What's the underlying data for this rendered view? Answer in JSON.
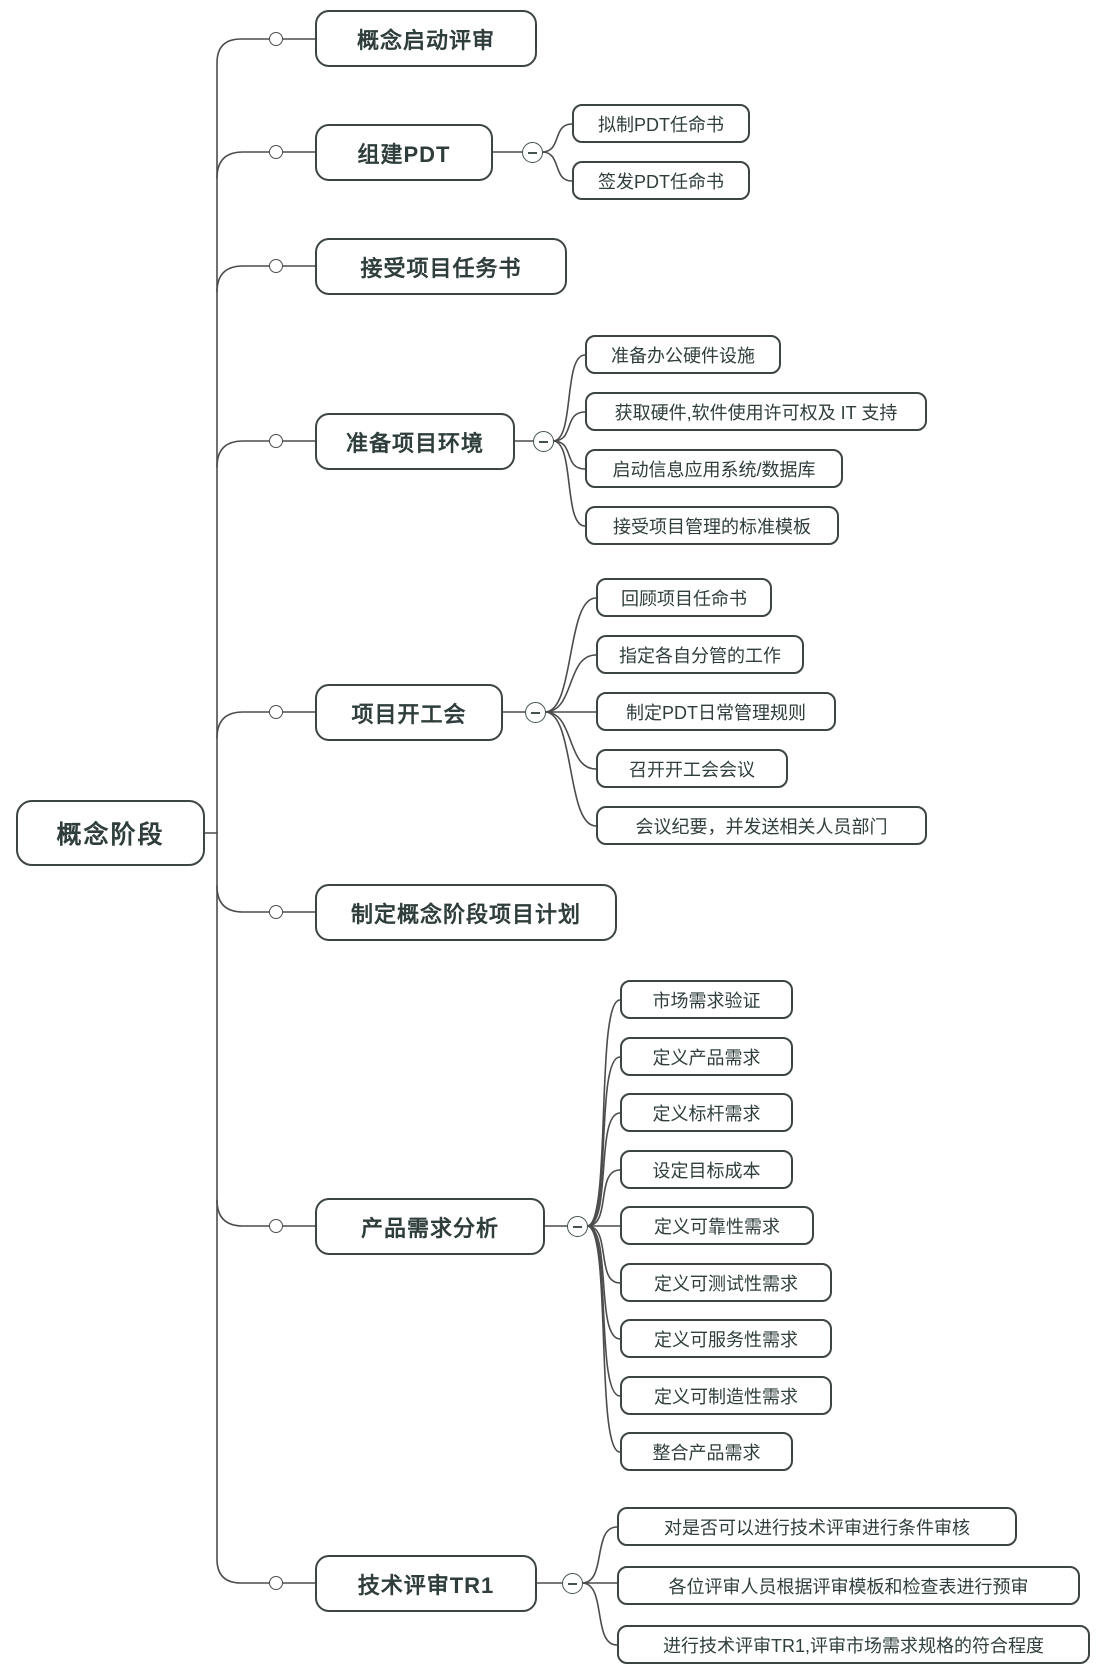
{
  "mindmap": {
    "root": {
      "label": "概念阶段"
    },
    "branches": [
      {
        "label": "概念启动评审",
        "children": []
      },
      {
        "label": "组建PDT",
        "children": [
          {
            "label": "拟制PDT任命书"
          },
          {
            "label": "签发PDT任命书"
          }
        ]
      },
      {
        "label": "接受项目任务书",
        "children": []
      },
      {
        "label": "准备项目环境",
        "children": [
          {
            "label": "准备办公硬件设施"
          },
          {
            "label": "获取硬件,软件使用许可权及 IT 支持"
          },
          {
            "label": "启动信息应用系统/数据库"
          },
          {
            "label": "接受项目管理的标准模板"
          }
        ]
      },
      {
        "label": "项目开工会",
        "children": [
          {
            "label": "回顾项目任命书"
          },
          {
            "label": "指定各自分管的工作"
          },
          {
            "label": "制定PDT日常管理规则"
          },
          {
            "label": "召开开工会会议"
          },
          {
            "label": "会议纪要，并发送相关人员部门"
          }
        ]
      },
      {
        "label": "制定概念阶段项目计划",
        "children": []
      },
      {
        "label": "产品需求分析",
        "children": [
          {
            "label": "市场需求验证"
          },
          {
            "label": "定义产品需求"
          },
          {
            "label": "定义标杆需求"
          },
          {
            "label": "设定目标成本"
          },
          {
            "label": "定义可靠性需求"
          },
          {
            "label": "定义可测试性需求"
          },
          {
            "label": "定义可服务性需求"
          },
          {
            "label": "定义可制造性需求"
          },
          {
            "label": "整合产品需求"
          }
        ]
      },
      {
        "label": "技术评审TR1",
        "children": [
          {
            "label": "对是否可以进行技术评审进行条件审核"
          },
          {
            "label": "各位评审人员根据评审模板和检查表进行预审"
          },
          {
            "label": "进行技术评审TR1,评审市场需求规格的符合程度"
          }
        ]
      }
    ],
    "colors": {
      "background": "#ffffff",
      "node_border": "#3d4543",
      "node_text": "#2f3e3c",
      "connector_line": "#4c4c4c",
      "collapse_button": "#44534f"
    }
  }
}
